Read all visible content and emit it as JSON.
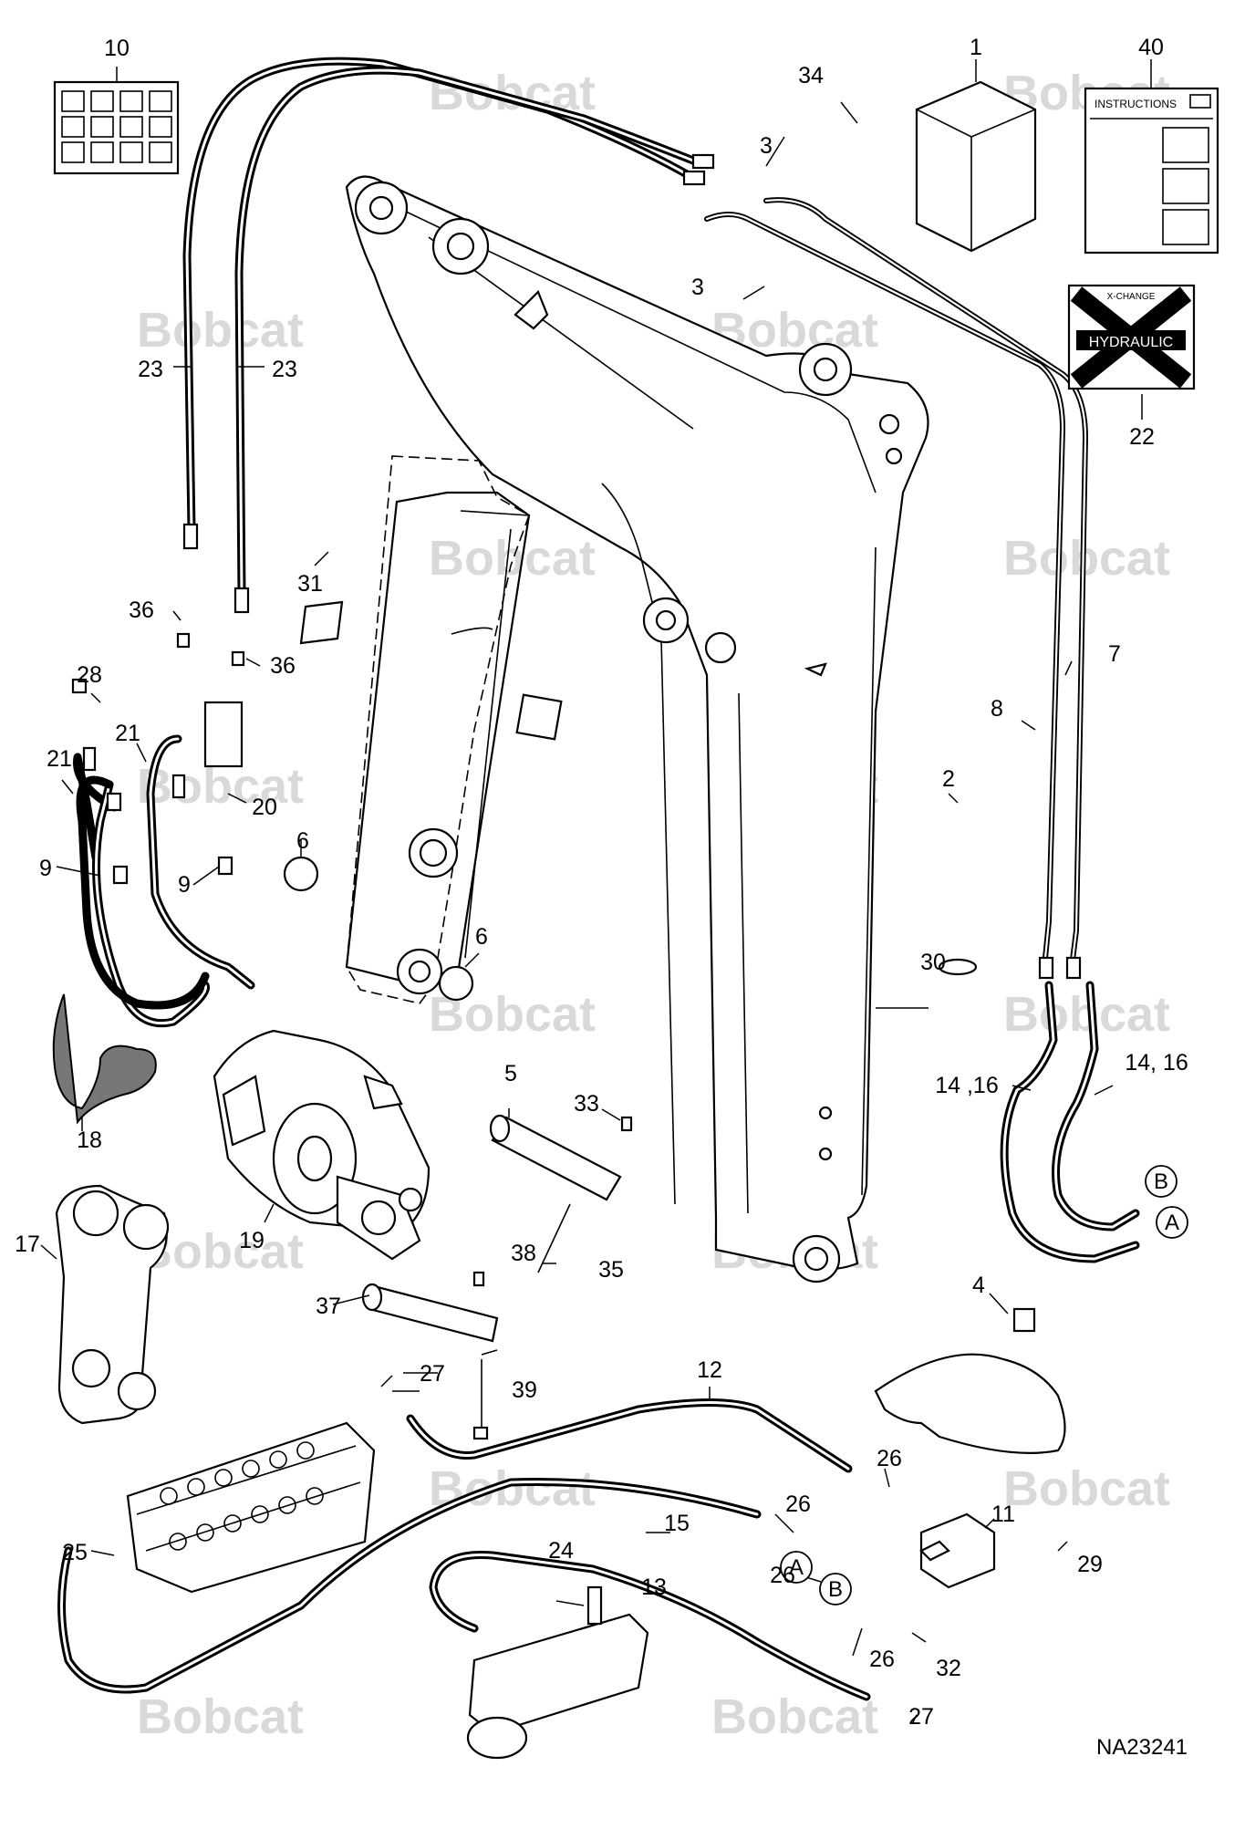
{
  "drawing_number": "NA23241",
  "watermark": "Bobcat",
  "callouts": [
    "1",
    "2",
    "3",
    "3",
    "4",
    "5",
    "6",
    "6",
    "7",
    "8",
    "9",
    "9",
    "10",
    "11",
    "12",
    "13",
    "14, 16",
    "14 ,16",
    "15",
    "17",
    "18",
    "19",
    "20",
    "21",
    "21",
    "22",
    "23",
    "23",
    "24",
    "25",
    "26",
    "26",
    "26",
    "26",
    "27",
    "27",
    "28",
    "29",
    "30",
    "31",
    "32",
    "33",
    "34",
    "35",
    "36",
    "36",
    "37",
    "38",
    "39",
    "40"
  ],
  "instructions_label": "INSTRUCTIONS",
  "decal": {
    "top": "X-CHANGE",
    "band": "HYDRAULIC"
  },
  "port_labels": {
    "a": "A",
    "b": "B"
  }
}
